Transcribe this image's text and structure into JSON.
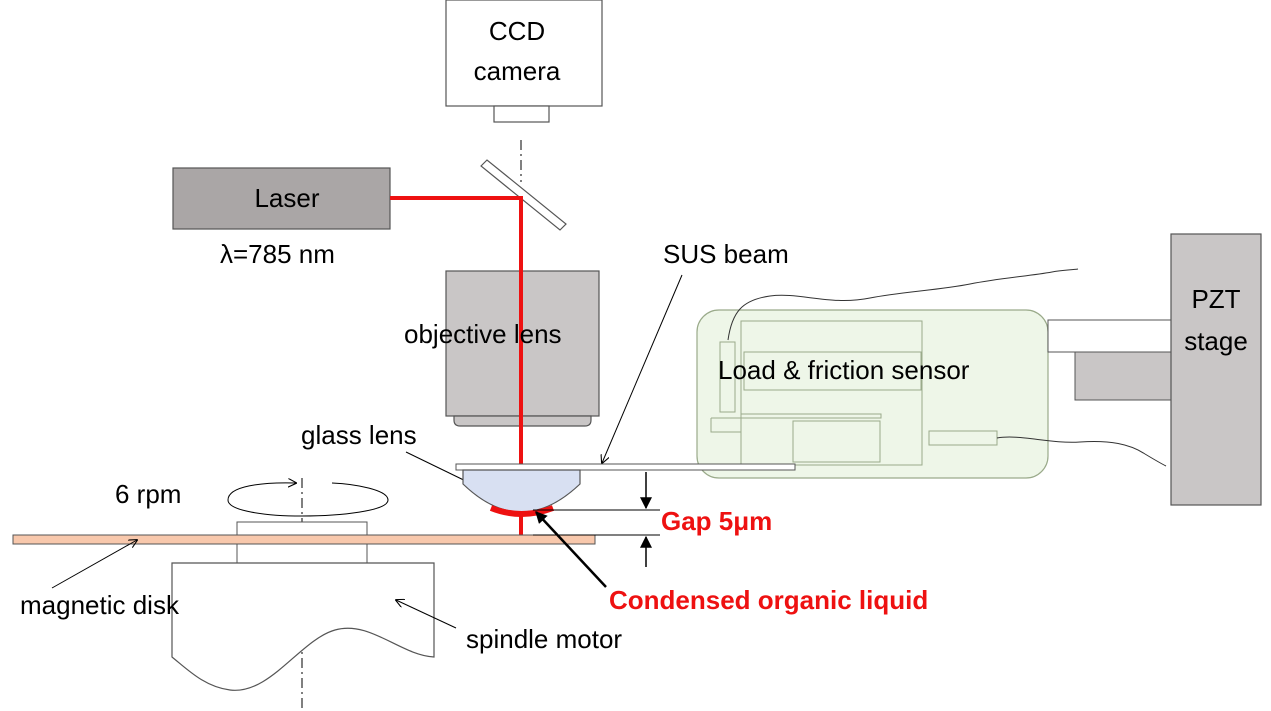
{
  "labels": {
    "ccd_line1": "CCD",
    "ccd_line2": "camera",
    "laser": "Laser",
    "lambda": "λ=785 nm",
    "sus_beam": "SUS beam",
    "objective_lens": "objective lens",
    "pzt_line1": "PZT",
    "pzt_line2": "stage",
    "load_friction_sensor": "Load & friction sensor",
    "glass_lens": "glass lens",
    "rpm": "6 rpm",
    "gap": "Gap 5μm",
    "magnetic_disk": "magnetic disk",
    "condensed_liquid": "Condensed organic liquid",
    "spindle_motor": "spindle motor"
  },
  "colors": {
    "laser_beam": "#ee1111",
    "highlight_text": "#ee1111",
    "laser_body": "#aaa6a6",
    "objective_body": "#c9c6c6",
    "pzt_body": "#c9c6c6",
    "sensor_fill": "#eef6e8",
    "sensor_stroke": "#9aaa8a",
    "glass_lens_fill": "#d8e0f2",
    "disk_fill": "#f8c8ac",
    "outline": "#555555"
  }
}
